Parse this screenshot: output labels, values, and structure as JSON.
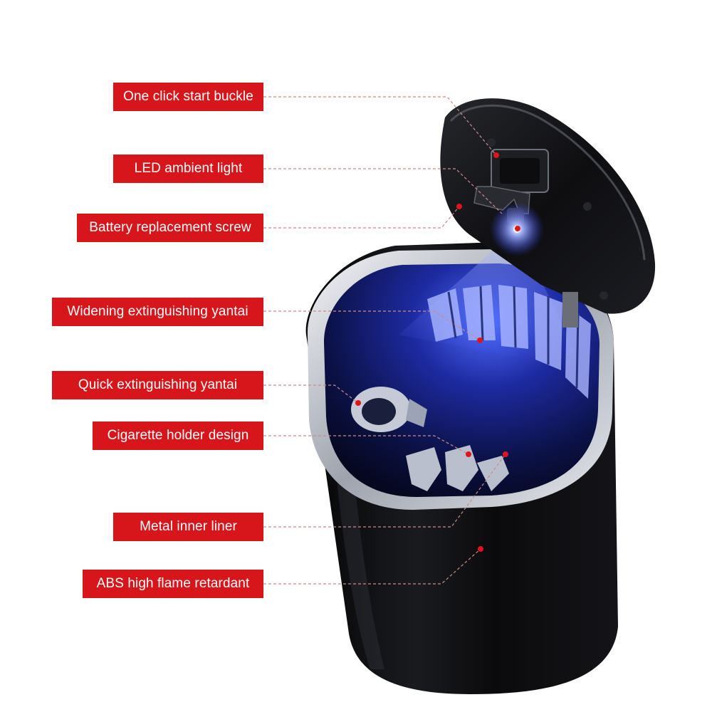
{
  "colors": {
    "label_bg": "#d7161c",
    "label_text": "#ffffff",
    "leader_line": "#c98a8a",
    "marker": "#e0141b",
    "body": "#0c0c0e",
    "liner": "#c9ccd3",
    "led_glow": "#3a52ff"
  },
  "annotations": [
    {
      "name": "one-click-start-buckle",
      "label": "One click start buckle"
    },
    {
      "name": "led-ambient-light",
      "label": "LED ambient light"
    },
    {
      "name": "battery-replacement-screw",
      "label": "Battery replacement screw"
    },
    {
      "name": "widening-extinguishing-yantai",
      "label": "Widening extinguishing yantai"
    },
    {
      "name": "quick-extinguishing-yantai",
      "label": "Quick extinguishing yantai"
    },
    {
      "name": "cigarette-holder-design",
      "label": "Cigarette holder design"
    },
    {
      "name": "metal-inner-liner",
      "label": "Metal inner liner"
    },
    {
      "name": "abs-high-flame-retardant",
      "label": "ABS high flame retardant"
    }
  ]
}
